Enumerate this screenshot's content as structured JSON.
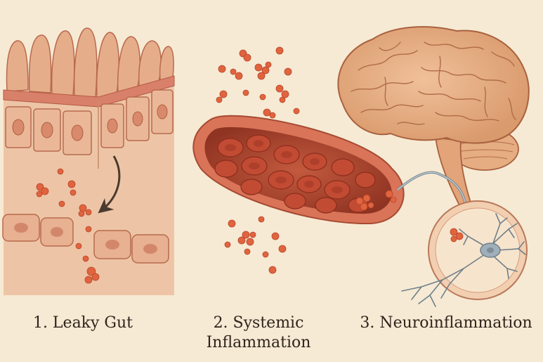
{
  "panels": [
    {
      "id": "leaky-gut",
      "caption": "1. Leaky Gut"
    },
    {
      "id": "systemic-inflammation",
      "caption_line1": "2. Systemic",
      "caption_line2": "Inflammation"
    },
    {
      "id": "neuroinflammation",
      "caption": "3. Neuroinflammation"
    }
  ],
  "colors": {
    "background": "#f6ead4",
    "tissue": "#e9b695",
    "cell_wall": "#c9785c",
    "vessel_outer": "#d97458",
    "red_blood_cell": "#b9432c",
    "particle": "#e0643e",
    "brain": "#e7ae82",
    "brain_outline": "#a9613f",
    "arrow_gut": "#4b3a31",
    "arrow_blood_brain": "#7c8c96",
    "neuron": "#8a99a4"
  }
}
